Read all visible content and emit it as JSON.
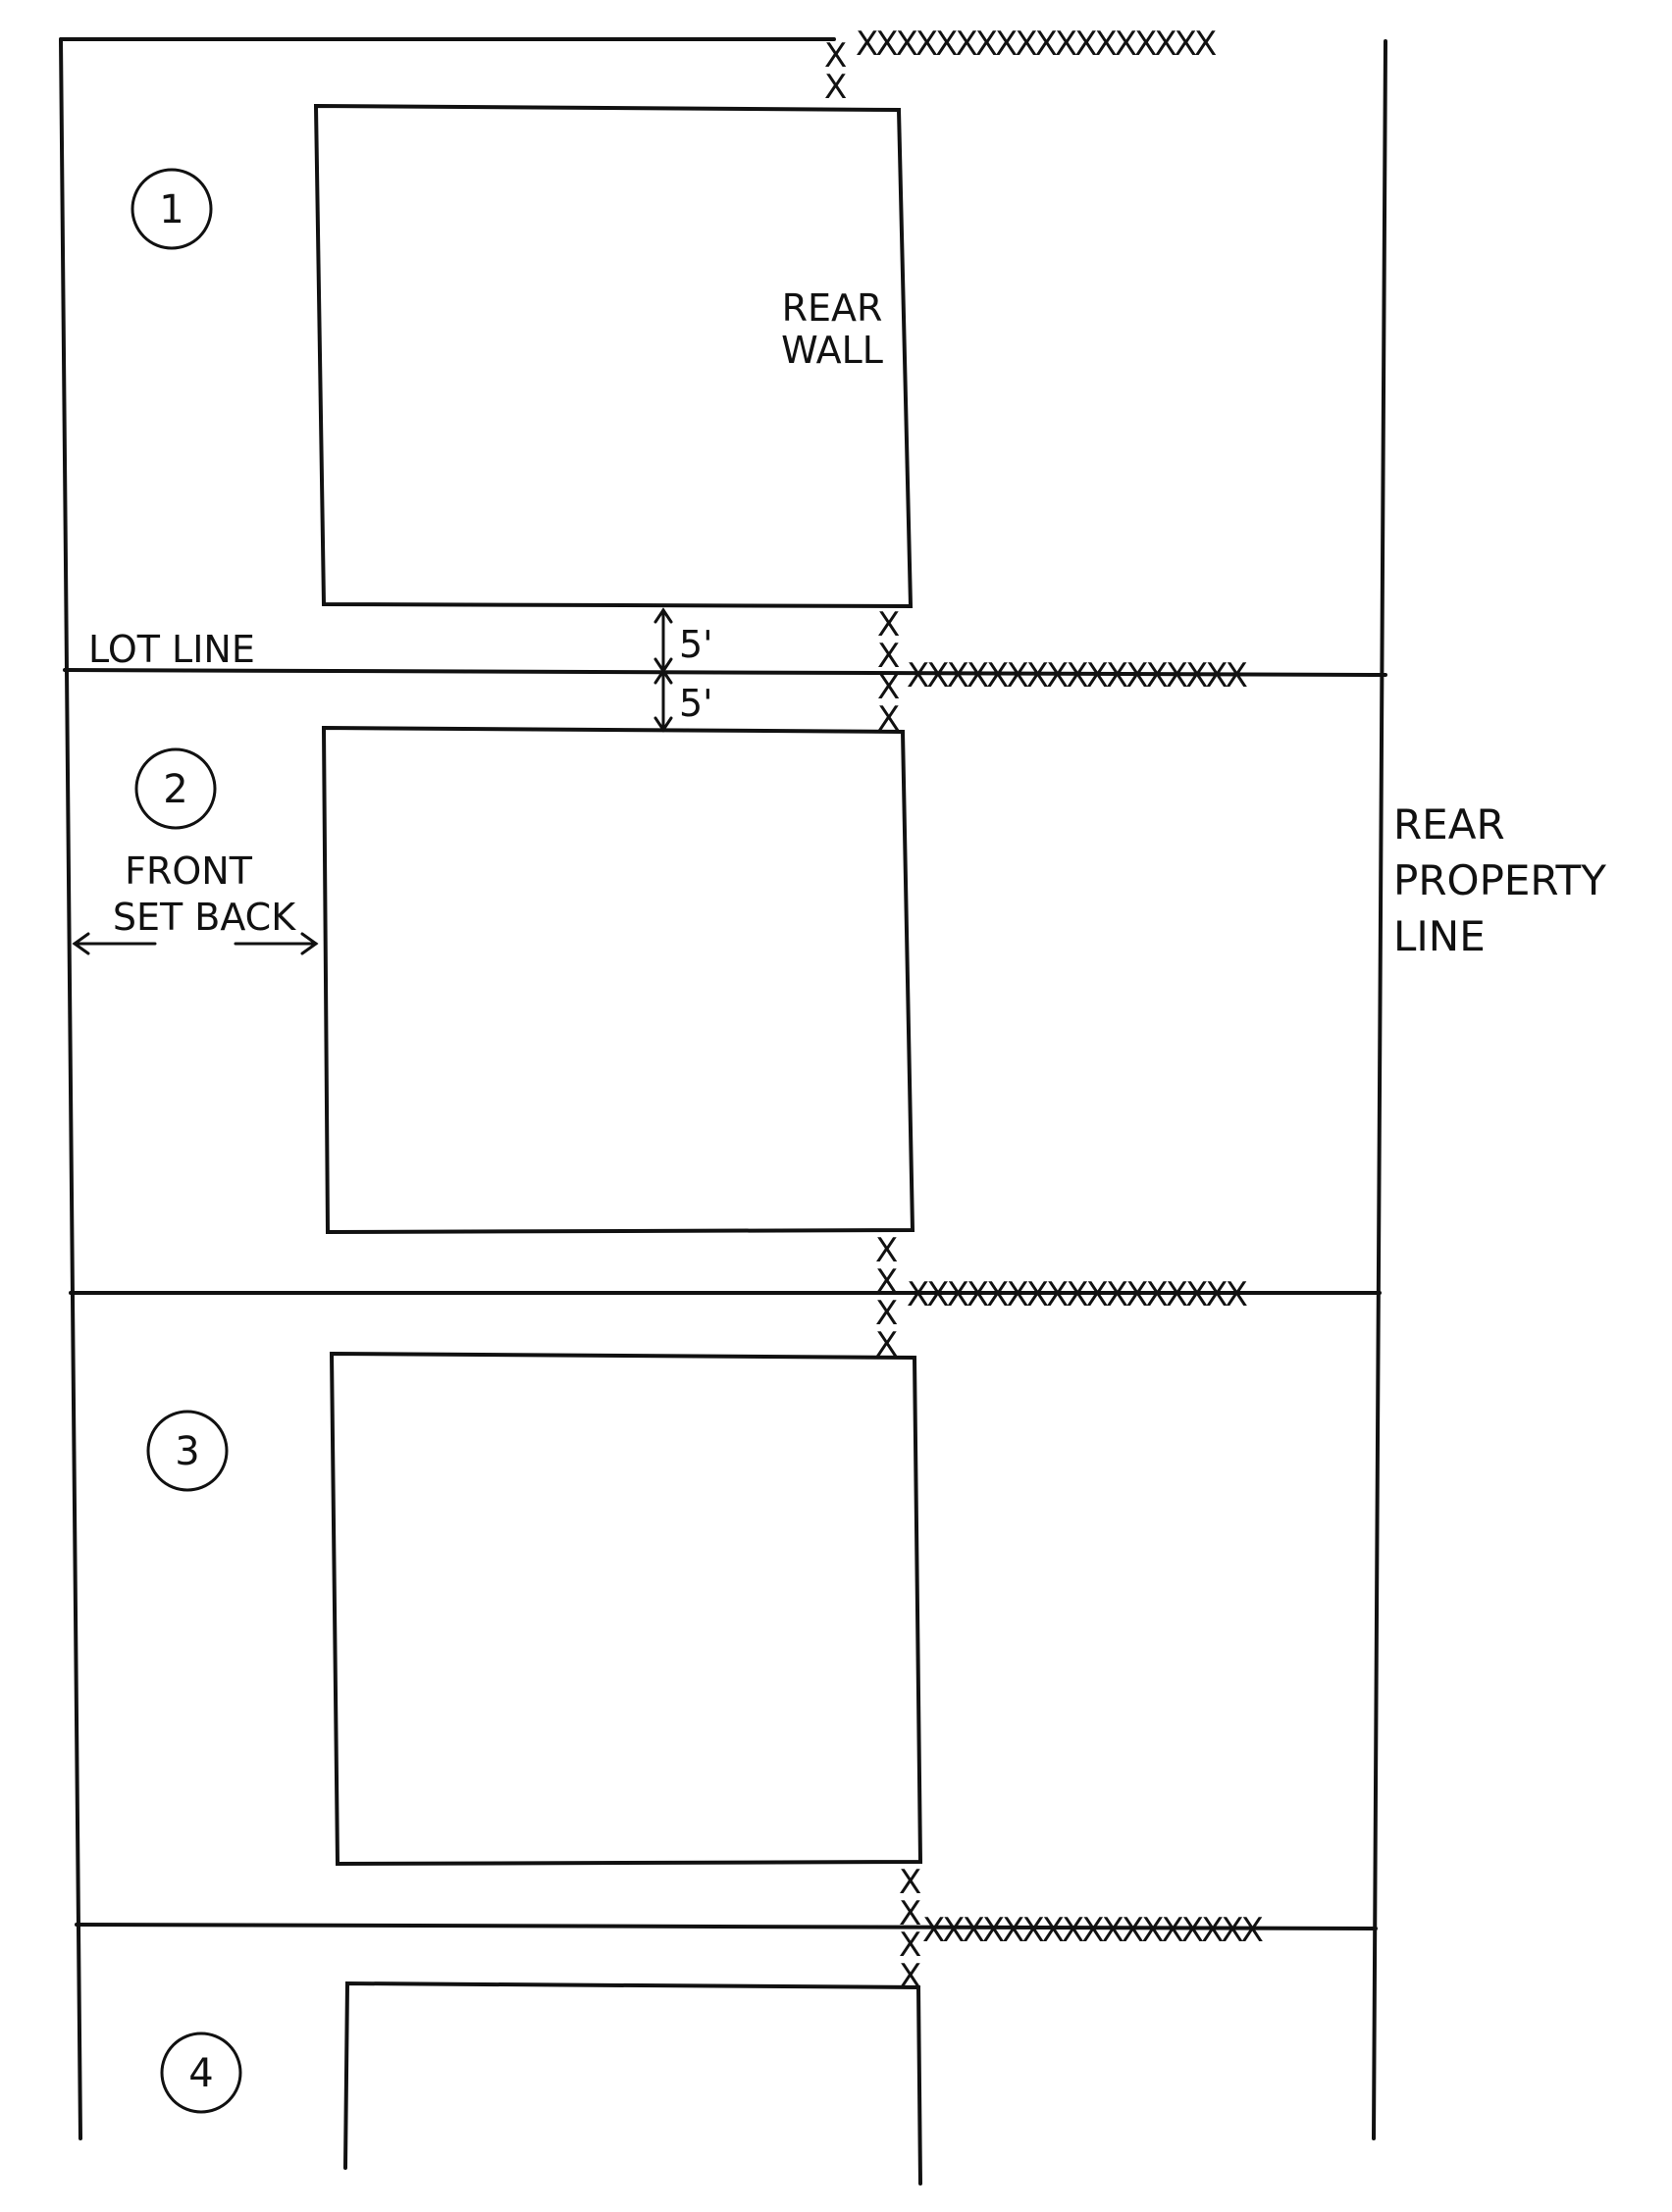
{
  "lots": [
    {
      "number": "1",
      "label": "lot-1"
    },
    {
      "number": "2",
      "label": "lot-2"
    },
    {
      "number": "3",
      "label": "lot-3"
    },
    {
      "number": "4",
      "label": "lot-4"
    }
  ],
  "labels": {
    "rear_wall_1": "REAR",
    "rear_wall_2": "WALL",
    "lot_line": "LOT LINE",
    "dim_upper": "5'",
    "dim_lower": "5'",
    "front_setback_1": "FRONT",
    "front_setback_2": "SET BACK",
    "rear_property_1": "REAR",
    "rear_property_2": "PROPERTY",
    "rear_property_3": "LINE"
  },
  "fence_marks": {
    "top_row": "XXXXXXXXXXXXXXXXXX",
    "row": "XXXXXXXXXXXXXXXXX"
  }
}
